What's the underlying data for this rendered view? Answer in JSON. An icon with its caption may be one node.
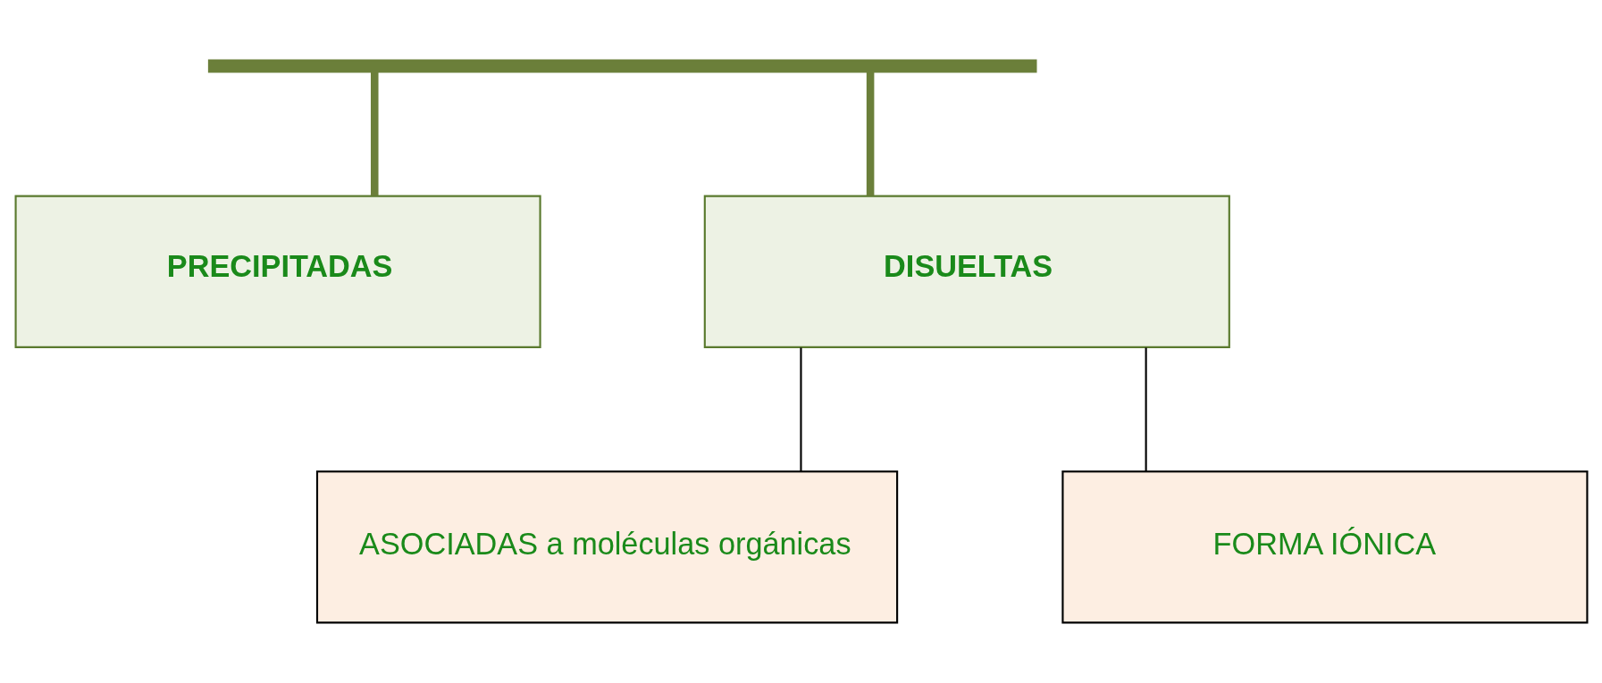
{
  "diagram": {
    "nodes": [
      {
        "text": [],
        "shape": "bar"
      },
      {
        "text": [
          "PRECIPITADAS"
        ]
      },
      {
        "text": [
          "DISUELTAS"
        ]
      },
      {
        "text": [
          "ASOCIADAS a moléculas orgánicas"
        ]
      },
      {
        "text": [
          "FORMA IÓNICA"
        ]
      }
    ],
    "edges": [
      {
        "from": 0,
        "to": 1,
        "arrow": "none",
        "style": "thick",
        "color": "#6b7f3a"
      },
      {
        "from": 0,
        "to": 2,
        "arrow": "none",
        "style": "thick",
        "color": "#6b7f3a"
      },
      {
        "from": 2,
        "to": 3,
        "arrow": "none",
        "color": "#000000"
      },
      {
        "from": 2,
        "to": 4,
        "arrow": "none",
        "color": "#000000"
      }
    ]
  }
}
